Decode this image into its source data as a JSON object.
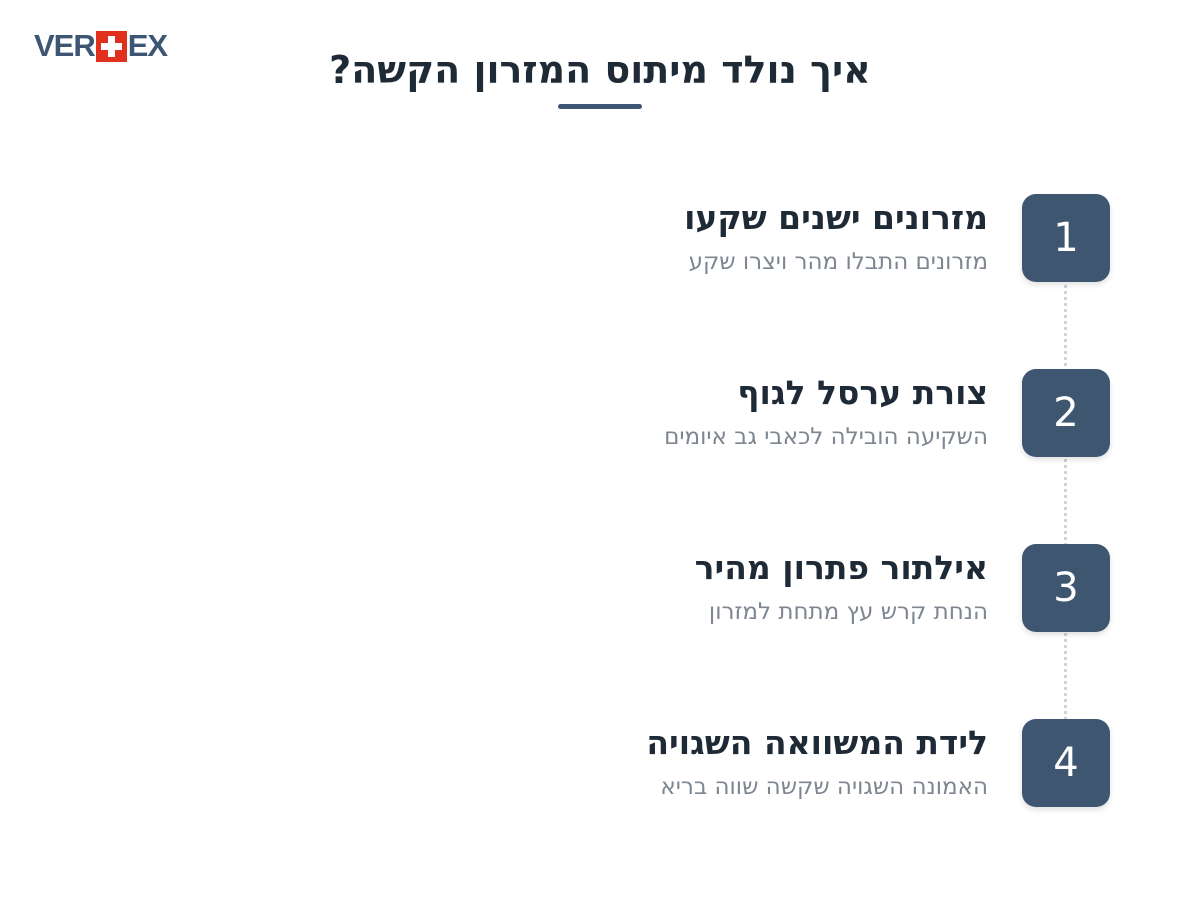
{
  "logo": {
    "text_left": "VER",
    "text_right": "EX",
    "accent_color": "#e0301e",
    "brand_color": "#3d5673"
  },
  "title": "איך נולד מיתוס המזרון הקשה?",
  "steps": [
    {
      "number": "1",
      "title": "מזרונים ישנים שקעו",
      "description": "מזרונים התבלו מהר ויצרו שקע"
    },
    {
      "number": "2",
      "title": "צורת ערסל לגוף",
      "description": "השקיעה הובילה לכאבי גב איומים"
    },
    {
      "number": "3",
      "title": "אילתור פתרון מהיר",
      "description": "הנחת קרש עץ מתחת למזרון"
    },
    {
      "number": "4",
      "title": "לידת המשוואה השגויה",
      "description": "האמונה השגויה שקשה שווה בריא"
    }
  ]
}
